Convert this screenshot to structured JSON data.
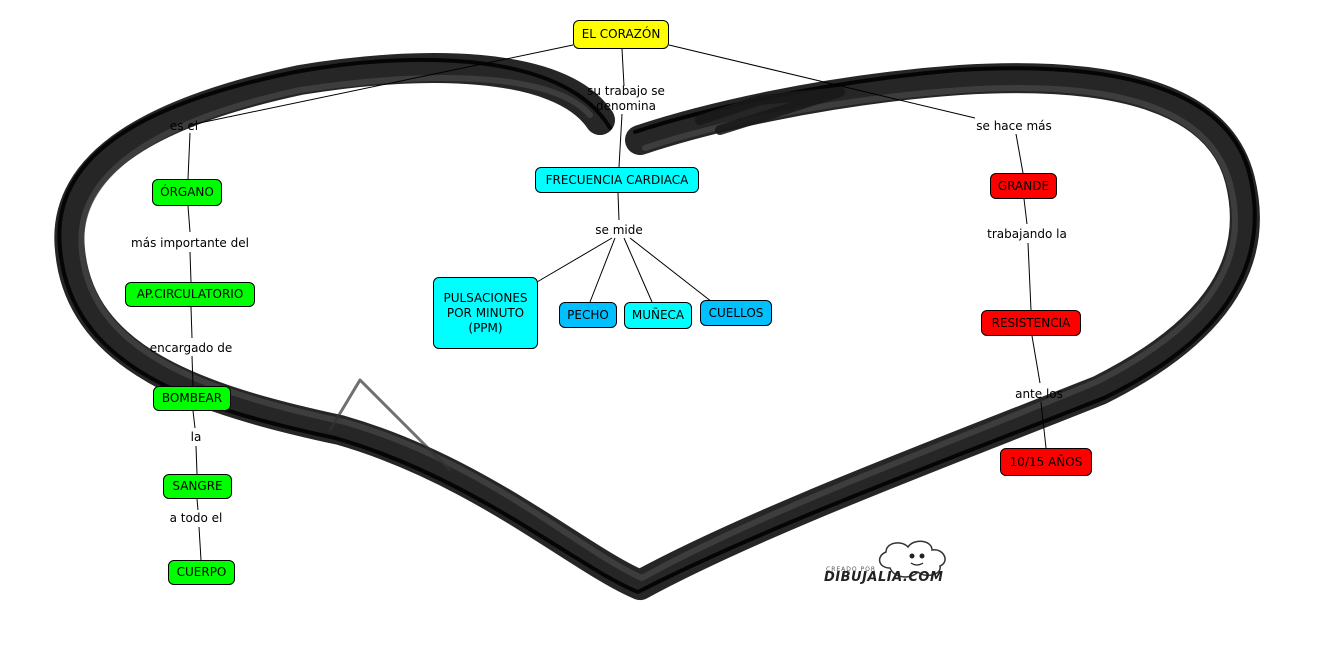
{
  "colors": {
    "root": "#ffff00",
    "green": "#00ff00",
    "cyan": "#00ffff",
    "blue": "#00c0ff",
    "red": "#ff0000",
    "heart": "#1a1a1a"
  },
  "nodes": {
    "root": "EL CORAZÓN",
    "organo": "ÓRGANO",
    "ap": "AP.CIRCULATORIO",
    "bombear": "BOMBEAR",
    "sangre": "SANGRE",
    "cuerpo": "CUERPO",
    "frecuencia": "FRECUENCIA CARDIACA",
    "pulsaciones": "PULSACIONES POR MINUTO (PPM)",
    "pecho": "PECHO",
    "muneca": "MUÑECA",
    "cuellos": "CUELLOS",
    "grande": "GRANDE",
    "resistencia": "RESISTENCIA",
    "anos": "10/15 AÑOS"
  },
  "links": {
    "es_el": "es el",
    "su_trabajo": "su trabajo se denomina",
    "se_hace": "se hace más",
    "mas_importante": "más importante del",
    "encargado": "encargado de",
    "la": "la",
    "a_todo": "a todo el",
    "se_mide": "se mide",
    "trabajando": "trabajando la",
    "ante_los": "ante los"
  },
  "logo": {
    "small": "CREADO POR",
    "text": "DIBUJALIA.COM"
  }
}
